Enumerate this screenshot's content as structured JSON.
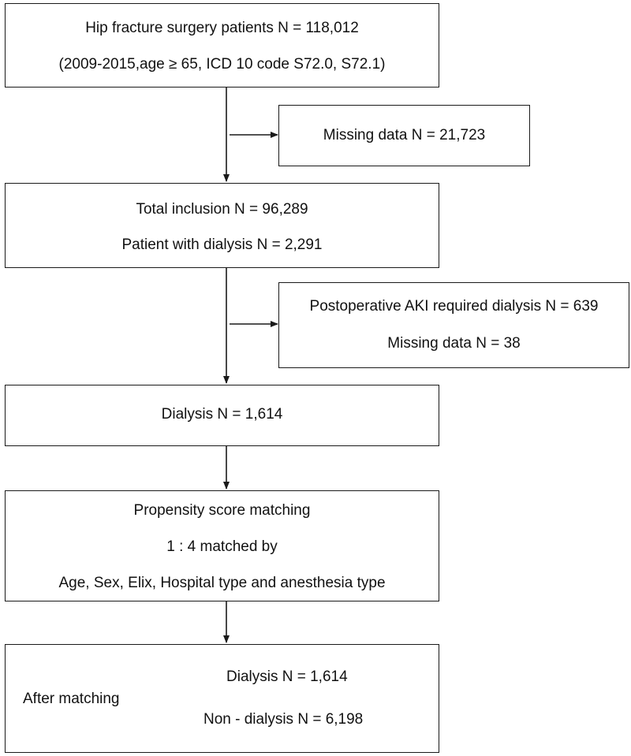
{
  "boxes": {
    "source": {
      "line1": "Hip fracture surgery patients N = 118,012",
      "line2": "(2009-2015,age ≥ 65, ICD 10 code S72.0, S72.1)"
    },
    "excluded_missing": {
      "line1": "Missing data N = 21,723"
    },
    "total_inclusion": {
      "line1": "Total inclusion N = 96,289",
      "line2": "Patient with dialysis N = 2,291"
    },
    "excluded_aki": {
      "line1": "Postoperative AKI required dialysis N = 639",
      "line2": "Missing data N = 38"
    },
    "dialysis": {
      "line1": "Dialysis N = 1,614"
    },
    "matching": {
      "line1": "Propensity score matching",
      "line2": "1 : 4 matched by",
      "line3": "Age, Sex, Elix, Hospital type and anesthesia type"
    },
    "after_matching": {
      "label": "After matching",
      "dialysis": "Dialysis N = 1,614",
      "non_dialysis": "Non - dialysis N = 6,198"
    }
  }
}
